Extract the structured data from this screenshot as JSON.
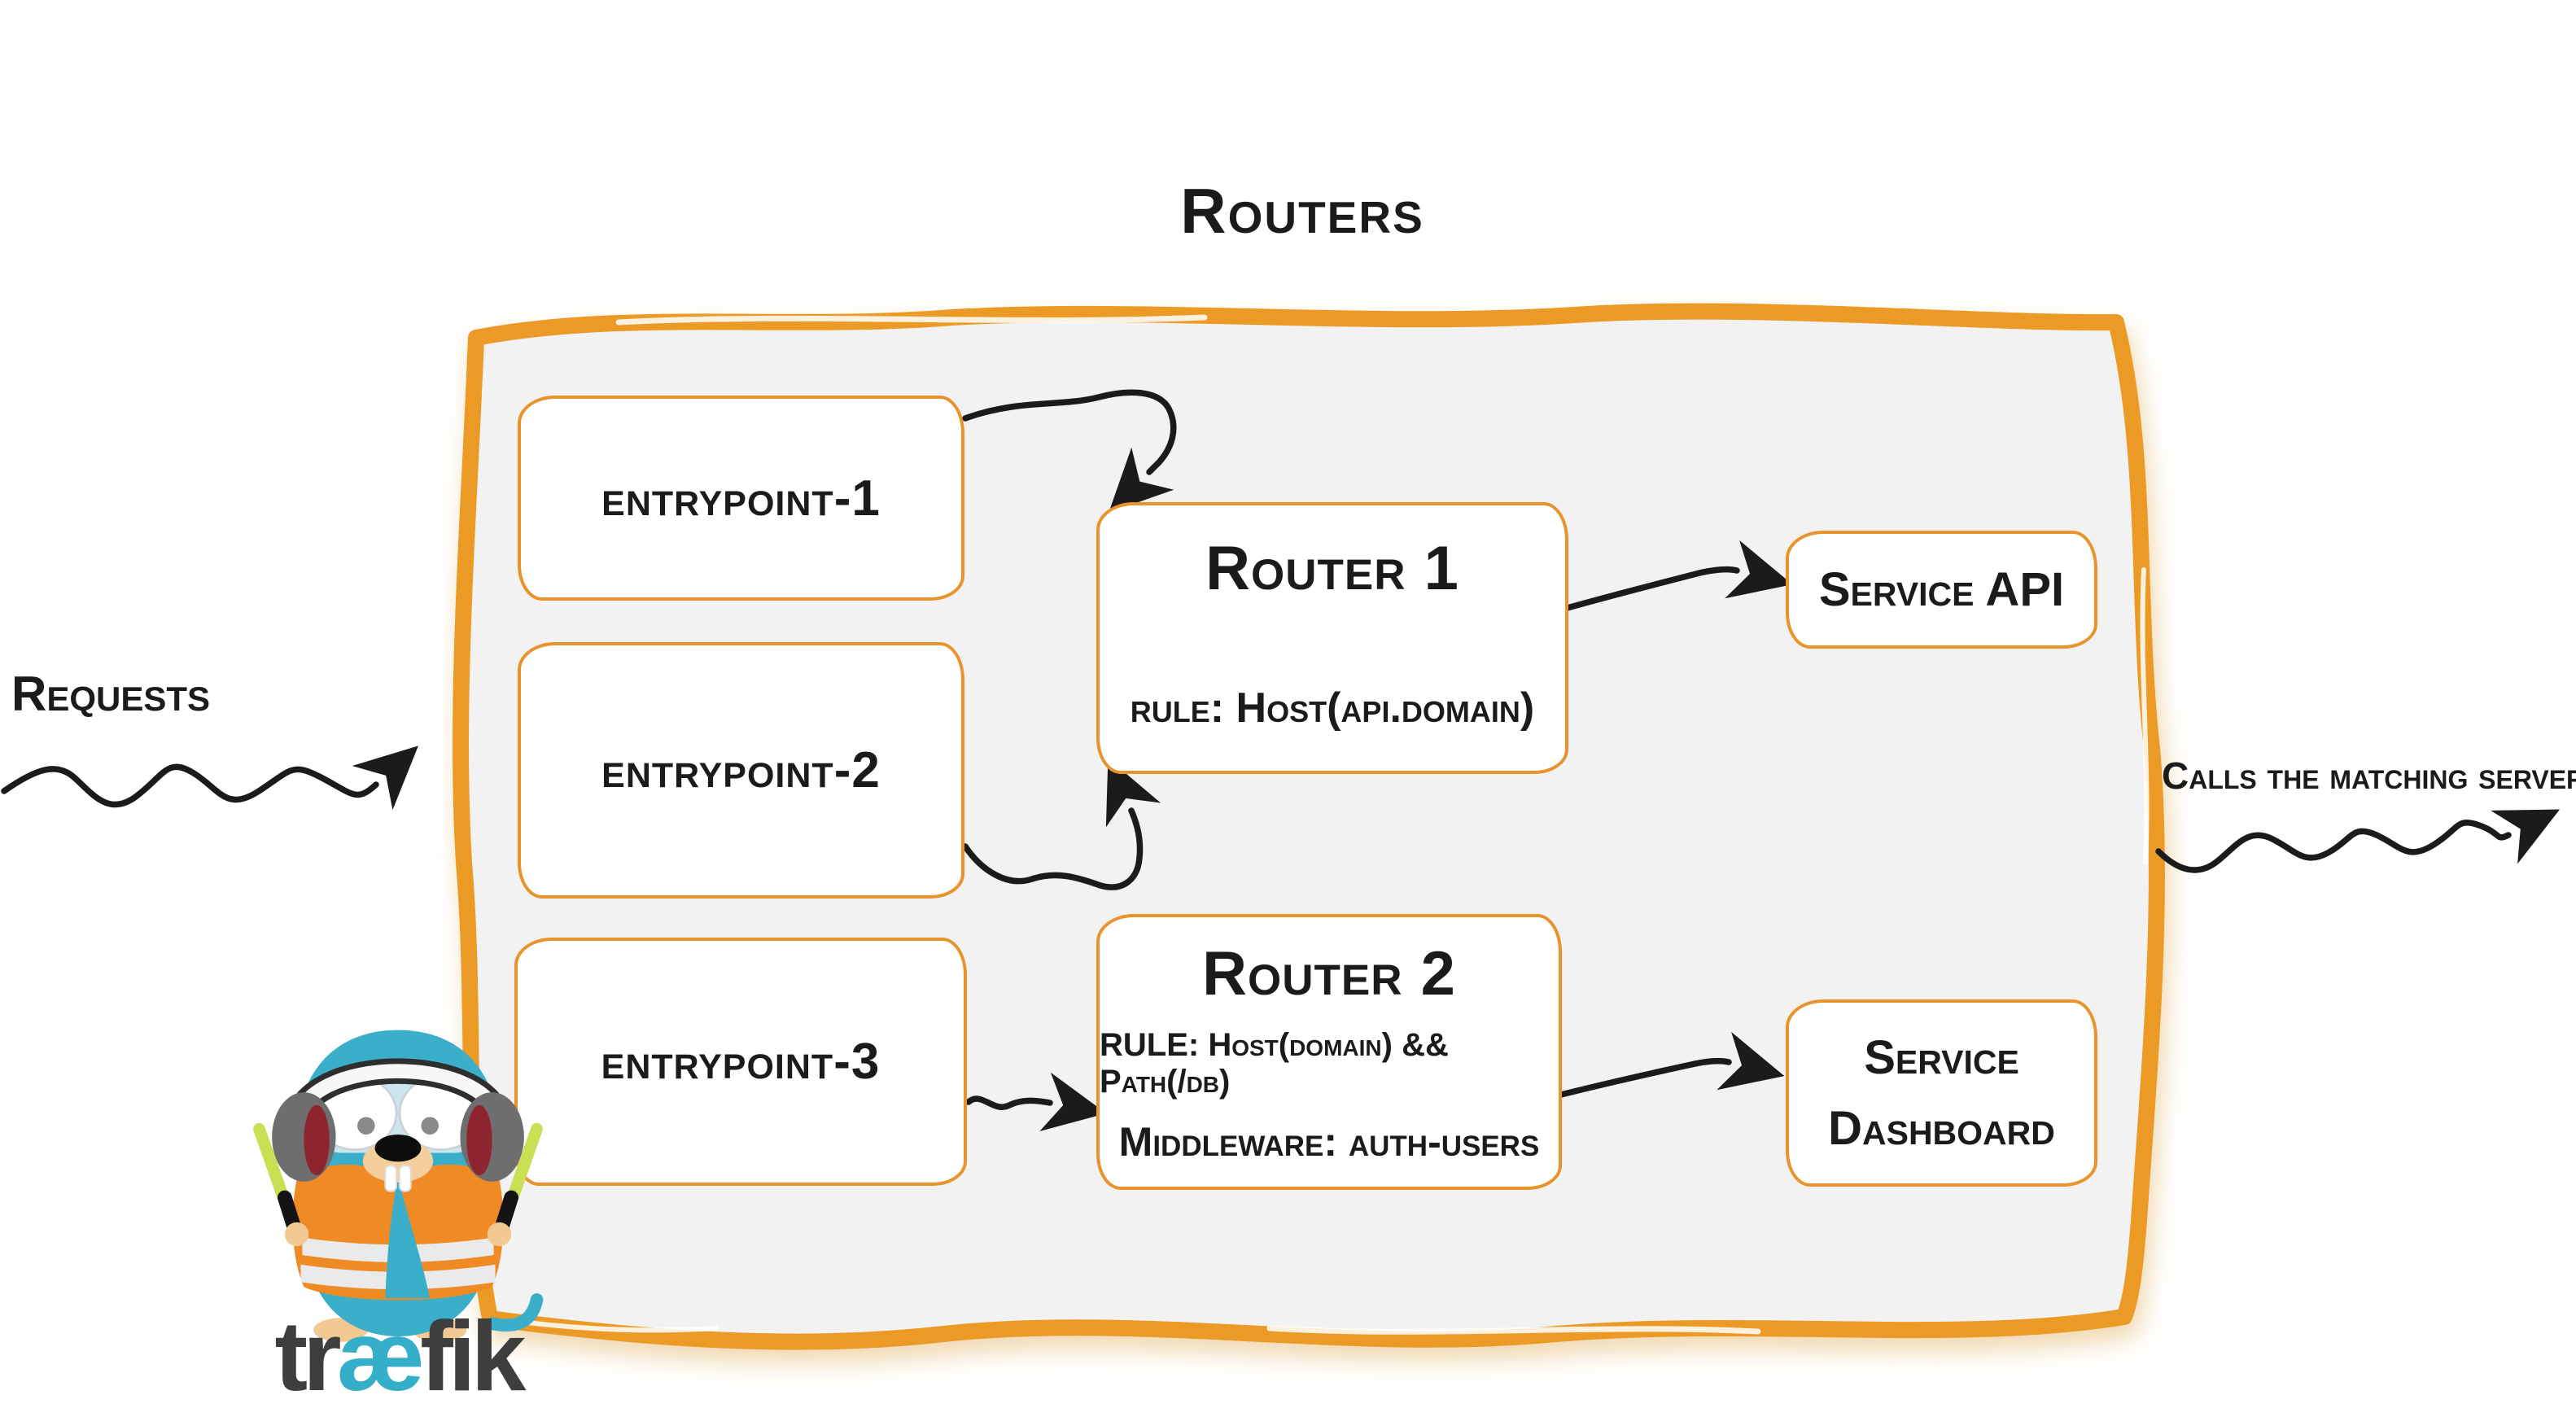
{
  "title": "Routers",
  "labels": {
    "requests": "Requests",
    "calls_matching_server": "Calls the matching server"
  },
  "entrypoints": [
    {
      "label": "entrypoint-1"
    },
    {
      "label": "entrypoint-2"
    },
    {
      "label": "entrypoint-3"
    }
  ],
  "routers": [
    {
      "title": "Router 1",
      "rule": "rule: Host(api.domain)"
    },
    {
      "title": "Router 2",
      "rule": "RULE: Host(domain) && Path(/db)",
      "middleware": "Middleware: auth-users"
    }
  ],
  "services": [
    {
      "label": "Service API"
    },
    {
      "label_line1": "Service",
      "label_line2": "Dashboard"
    }
  ],
  "logo": {
    "wordmark_pre": "tr",
    "wordmark_ae": "æ",
    "wordmark_post": "fik"
  },
  "colors": {
    "accent_orange": "#EC9A28",
    "box_border_orange": "#E8932C",
    "panel_fill_gray": "#F2F2F3",
    "ink": "#1B1B1B",
    "brand_teal": "#35AFC9",
    "vest_orange": "#F08A24",
    "wordmark_gray": "#3E3E3E"
  }
}
